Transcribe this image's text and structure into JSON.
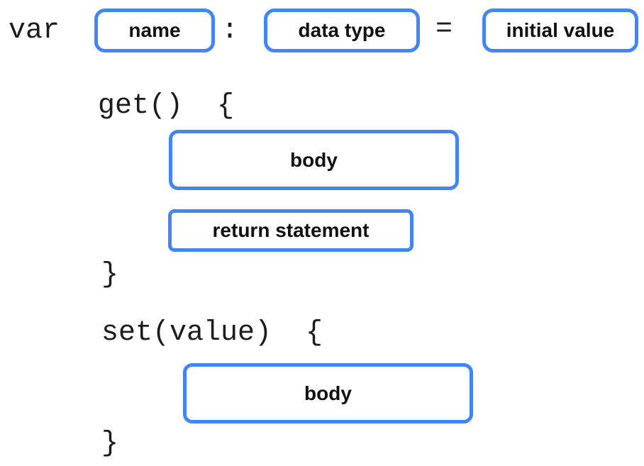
{
  "figure": {
    "type": "syntax-diagram",
    "topic": "variable declaration with getter and setter",
    "accent_blue": "#4285F4",
    "background": "#ffffff",
    "text_color": "#1c1c1c"
  },
  "declaration": {
    "keyword": "var",
    "colon": ":",
    "equals": "=",
    "name_placeholder": "name",
    "data_type_placeholder": "data type",
    "initial_value_placeholder": "initial value"
  },
  "getter": {
    "signature": "get()  {",
    "body_placeholder": "body",
    "return_placeholder": "return statement",
    "closing_brace": "}"
  },
  "setter": {
    "signature": "set(value)  {",
    "body_placeholder": "body",
    "closing_brace": "}"
  }
}
